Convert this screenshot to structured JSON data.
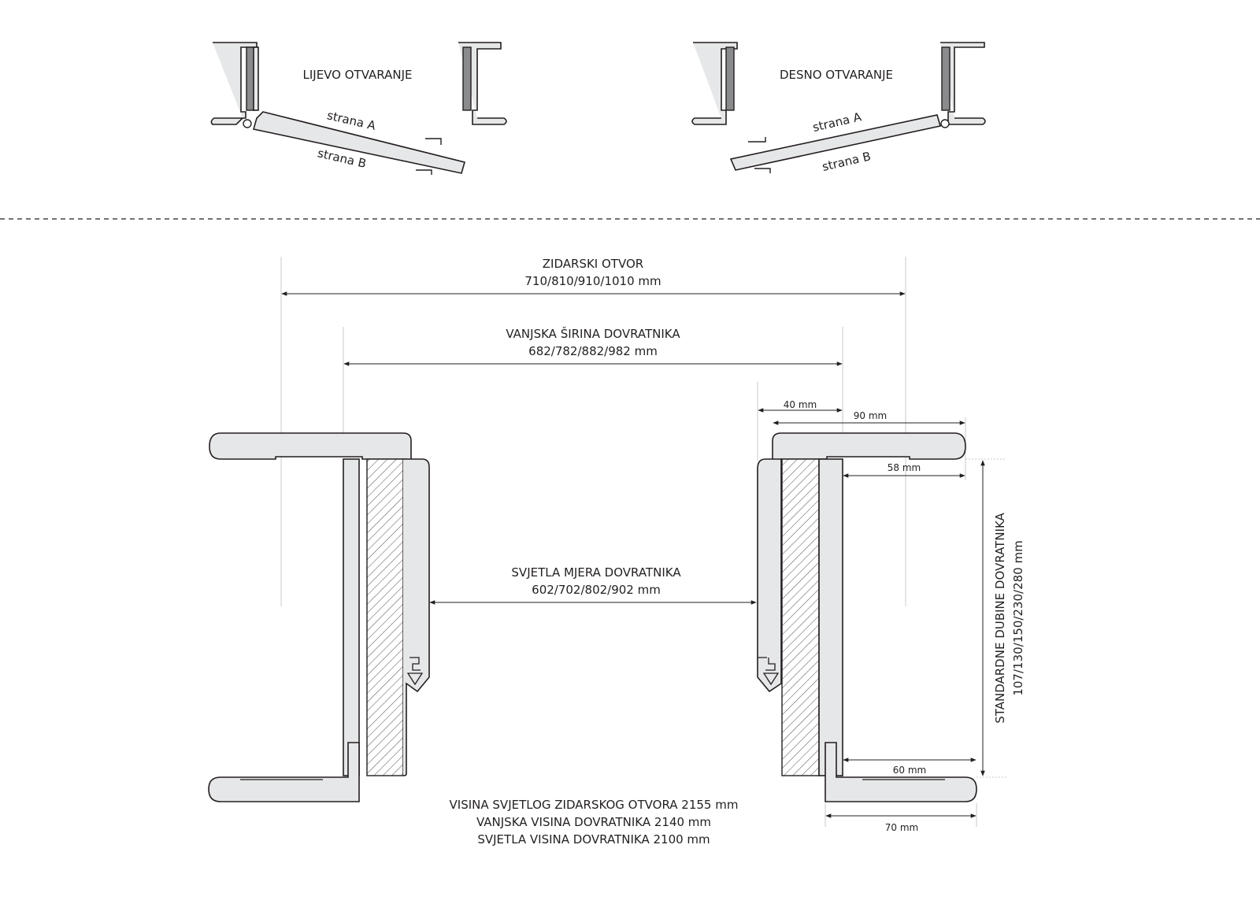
{
  "top": {
    "left_title": "LIJEVO OTVARANJE",
    "right_title": "DESNO OTVARANJE",
    "side_a": "strana A",
    "side_b": "strana B"
  },
  "main": {
    "masonry_opening_title": "ZIDARSKI OTVOR",
    "masonry_opening_values": "710/810/910/1010 mm",
    "outer_width_title": "VANJSKA ŠIRINA DOVRATNIKA",
    "outer_width_values": "682/782/882/982 mm",
    "clear_width_title": "SVJETLA MJERA DOVRATNIKA",
    "clear_width_values": "602/702/802/902 mm",
    "dim_40": "40 mm",
    "dim_90": "90 mm",
    "dim_58": "58 mm",
    "dim_60": "60 mm",
    "dim_70": "70 mm",
    "depth_title": "STANDARDNE DUBINE DOVRATNIKA",
    "depth_values": "107/130/150/230/280 mm",
    "height_lines": [
      "VISINA SVJETLOG ZIDARSKOG OTVORA 2155 mm",
      "VANJSKA VISINA DOVRATNIKA 2140 mm",
      "SVJETLA VISINA DOVRATNIKA 2100 mm"
    ]
  }
}
